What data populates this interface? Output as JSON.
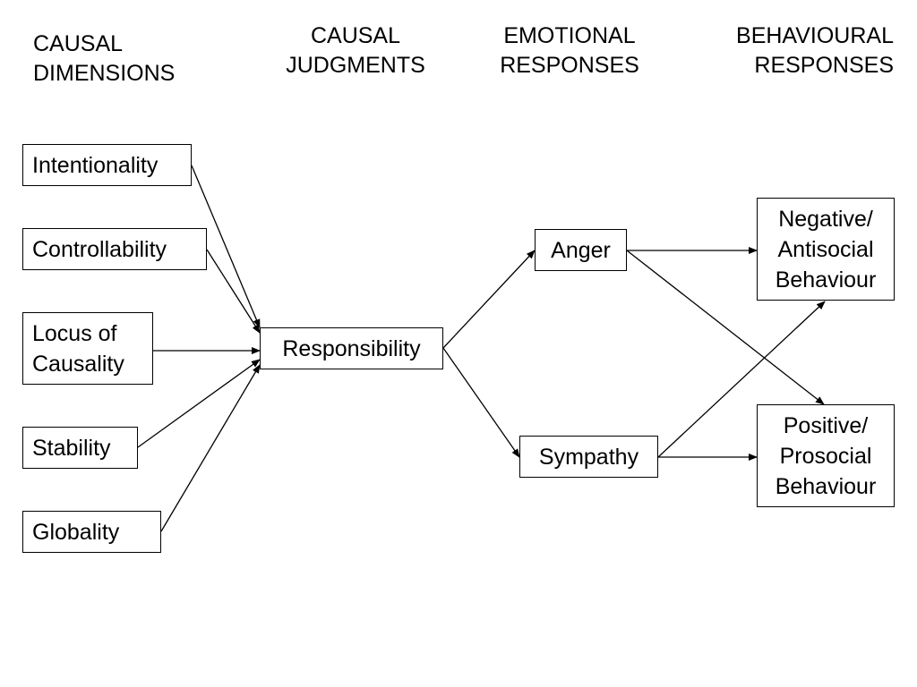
{
  "headers": {
    "causal_dimensions": [
      "CAUSAL",
      "DIMENSIONS"
    ],
    "causal_judgments": [
      "CAUSAL",
      "JUDGMENTS"
    ],
    "emotional_responses": [
      "EMOTIONAL",
      "RESPONSES"
    ],
    "behavioural_responses": [
      "BEHAVIOURAL",
      "RESPONSES"
    ]
  },
  "nodes": {
    "intentionality": [
      "Intentionality"
    ],
    "controllability": [
      "Controllability"
    ],
    "locus_of_causality": [
      "Locus of",
      "Causality"
    ],
    "stability": [
      "Stability"
    ],
    "globality": [
      "Globality"
    ],
    "responsibility": [
      "Responsibility"
    ],
    "anger": [
      "Anger"
    ],
    "sympathy": [
      "Sympathy"
    ],
    "negative_behaviour": [
      "Negative/",
      "Antisocial",
      "Behaviour"
    ],
    "positive_behaviour": [
      "Positive/",
      "Prosocial",
      "Behaviour"
    ]
  },
  "edges": [
    {
      "from": "intentionality",
      "to": "responsibility"
    },
    {
      "from": "controllability",
      "to": "responsibility"
    },
    {
      "from": "locus_of_causality",
      "to": "responsibility"
    },
    {
      "from": "stability",
      "to": "responsibility"
    },
    {
      "from": "globality",
      "to": "responsibility"
    },
    {
      "from": "responsibility",
      "to": "anger"
    },
    {
      "from": "responsibility",
      "to": "sympathy"
    },
    {
      "from": "anger",
      "to": "negative_behaviour"
    },
    {
      "from": "anger",
      "to": "positive_behaviour"
    },
    {
      "from": "sympathy",
      "to": "negative_behaviour"
    },
    {
      "from": "sympathy",
      "to": "positive_behaviour"
    }
  ]
}
